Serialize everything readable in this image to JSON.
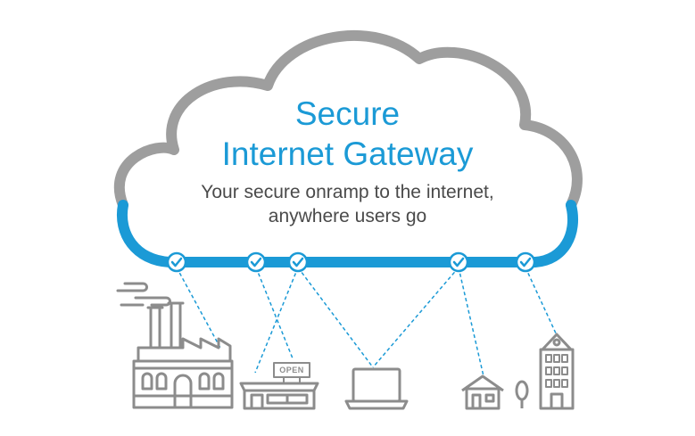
{
  "cloud": {
    "title_line1": "Secure",
    "title_line2": "Internet Gateway",
    "subtitle_line1": "Your secure onramp to the internet,",
    "subtitle_line2": "anywhere users go"
  },
  "shop": {
    "sign": "OPEN"
  },
  "colors": {
    "brand_blue": "#1b9ad6",
    "cloud_gray": "#9e9e9e",
    "icon_gray": "#8c8c8c",
    "text_dark": "#4a4a4a"
  },
  "icons": [
    "factory-icon",
    "storefront-icon",
    "laptop-icon",
    "house-icon",
    "tree-icon",
    "office-building-icon",
    "checkmark-icon"
  ]
}
